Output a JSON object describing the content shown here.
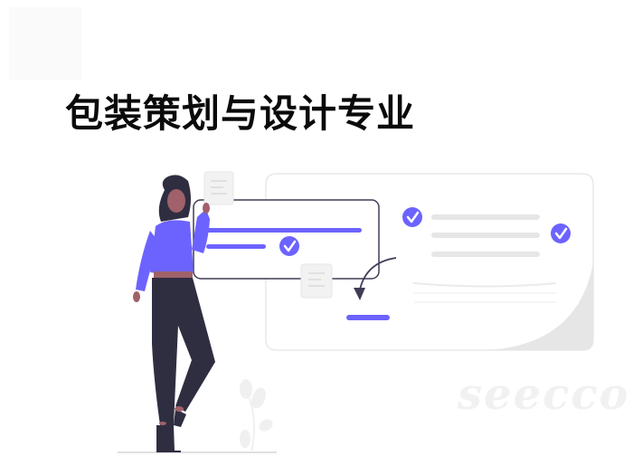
{
  "title": "包装策划与设计专业",
  "watermark": "seecco",
  "colors": {
    "accent": "#6c63ff",
    "dark": "#2f2e41",
    "skin": "#a0616a",
    "light_gray": "#e6e6e6",
    "card_border": "#e8e8e8",
    "title": "#0a0a0a"
  },
  "illustration": {
    "description": "Woman standing next to checklist cards with check-mark icons",
    "check_icons": 3,
    "cards": [
      "front-checklist-card",
      "back-checklist-card"
    ]
  }
}
